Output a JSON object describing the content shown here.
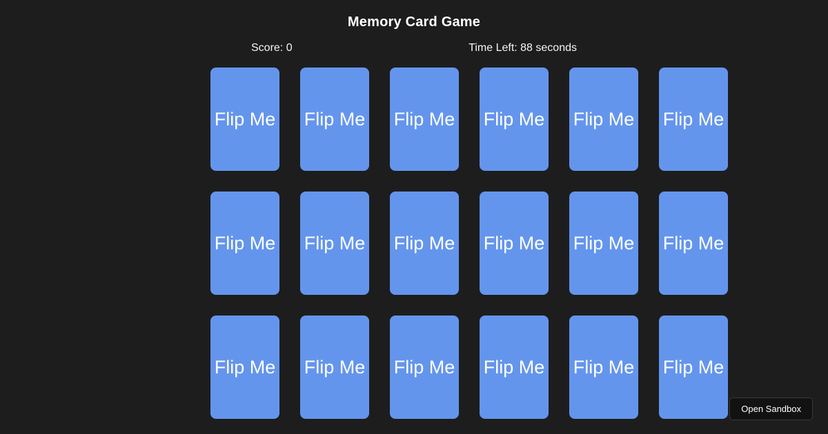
{
  "title": "Memory Card Game",
  "status": {
    "score": "Score: 0",
    "time_left": "Time Left: 88 seconds"
  },
  "grid": {
    "columns": 6,
    "rows": 3,
    "cards": [
      {
        "label": "Flip Me"
      },
      {
        "label": "Flip Me"
      },
      {
        "label": "Flip Me"
      },
      {
        "label": "Flip Me"
      },
      {
        "label": "Flip Me"
      },
      {
        "label": "Flip Me"
      },
      {
        "label": "Flip Me"
      },
      {
        "label": "Flip Me"
      },
      {
        "label": "Flip Me"
      },
      {
        "label": "Flip Me"
      },
      {
        "label": "Flip Me"
      },
      {
        "label": "Flip Me"
      },
      {
        "label": "Flip Me"
      },
      {
        "label": "Flip Me"
      },
      {
        "label": "Flip Me"
      },
      {
        "label": "Flip Me"
      },
      {
        "label": "Flip Me"
      },
      {
        "label": "Flip Me"
      }
    ]
  },
  "sandbox_button": {
    "label": "Open Sandbox"
  },
  "colors": {
    "background": "#1d1d1d",
    "card": "#6495ed",
    "text": "#ffffff",
    "button_background": "#121212",
    "button_border": "#3a3a3a"
  }
}
